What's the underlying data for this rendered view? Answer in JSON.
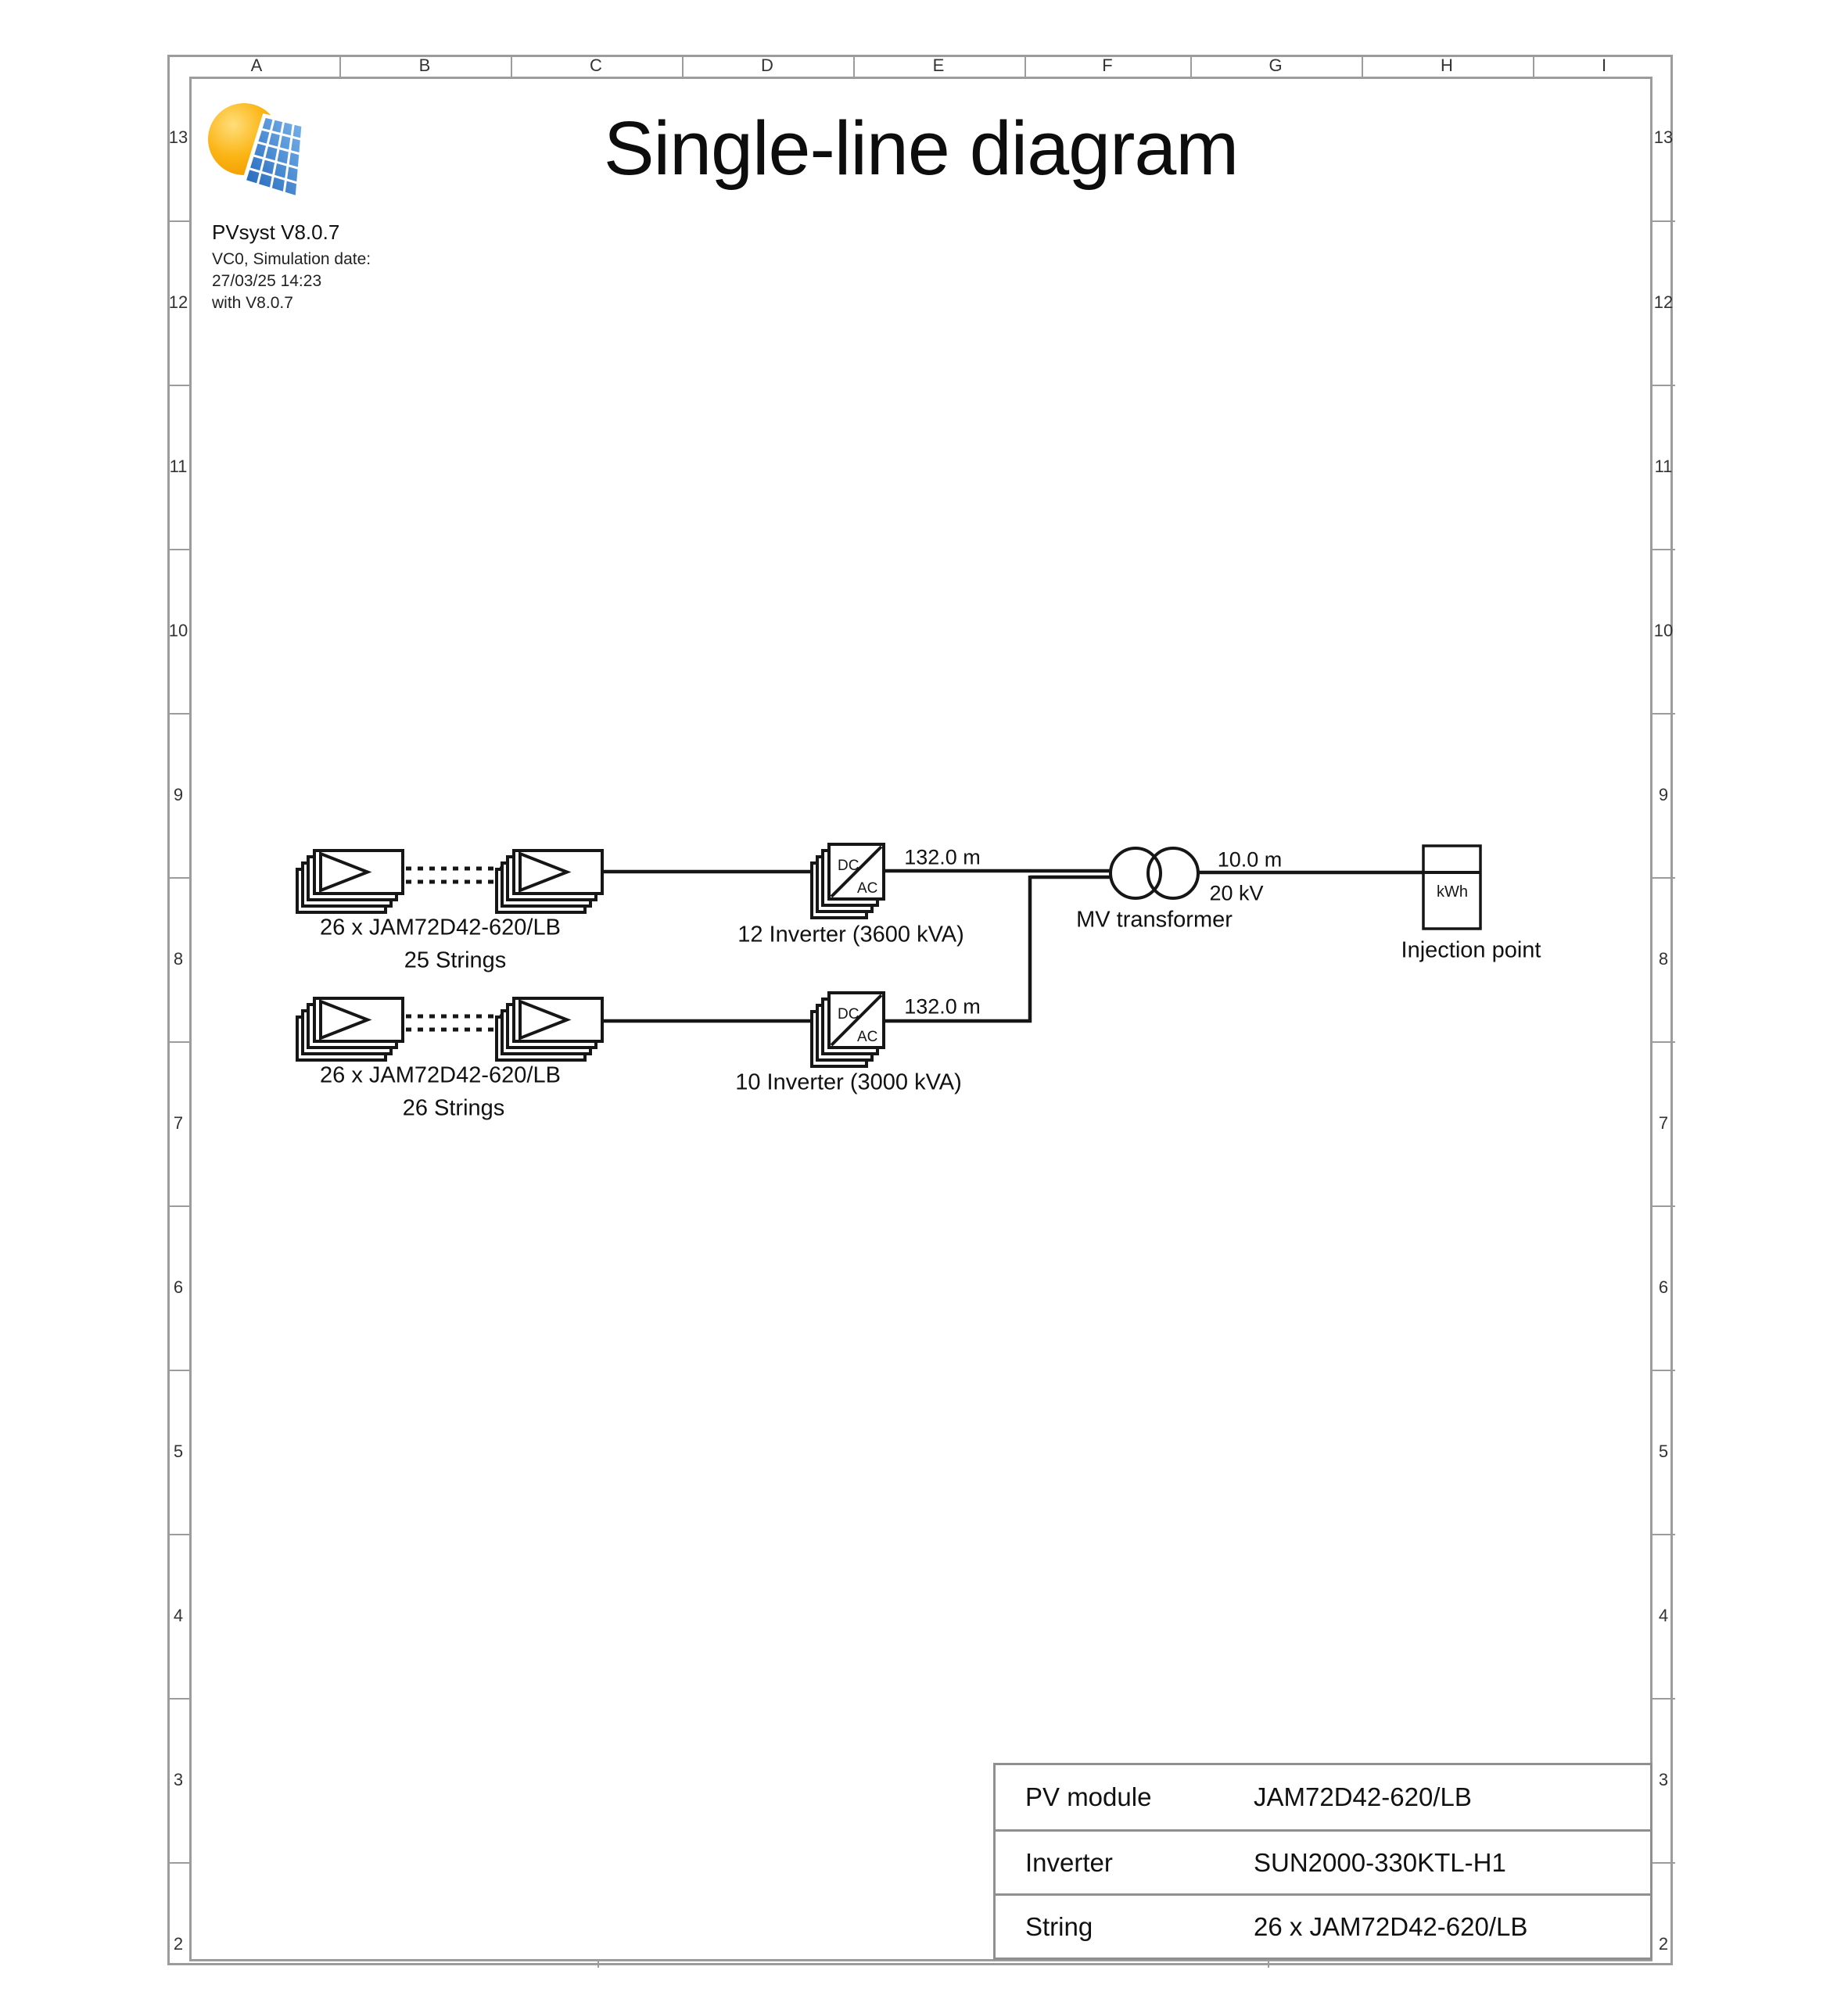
{
  "header": {
    "title": "Single-line diagram",
    "app_version": "PVsyst V8.0.7",
    "sim_info": [
      "VC0, Simulation date:",
      "27/03/25 14:23",
      "with V8.0.7"
    ]
  },
  "frame": {
    "columns": [
      "A",
      "B",
      "C",
      "D",
      "E",
      "F",
      "G",
      "H",
      "I"
    ],
    "rows": [
      "13",
      "12",
      "11",
      "10",
      "9",
      "8",
      "7",
      "6",
      "5",
      "4",
      "3",
      "2"
    ]
  },
  "diagram": {
    "circuits": [
      {
        "array_label": "26 x JAM72D42-620/LB",
        "strings_label": "25 Strings",
        "inverter_label": "12 Inverter (3600 kVA)",
        "cable_label": "132.0 m"
      },
      {
        "array_label": "26 x JAM72D42-620/LB",
        "strings_label": "26 Strings",
        "inverter_label": "10 Inverter (3000 kVA)",
        "cable_label": "132.0 m"
      }
    ],
    "inverter_dc": "DC",
    "inverter_ac": "AC",
    "transformer_label": "MV transformer",
    "mv_cable_label": "10.0 m",
    "voltage_label": "20 kV",
    "meter_label": "kWh",
    "injection_label": "Injection point"
  },
  "summary_table": {
    "rows": [
      {
        "label": "PV module",
        "value": "JAM72D42-620/LB"
      },
      {
        "label": "Inverter",
        "value": "SUN2000-330KTL-H1"
      },
      {
        "label": "String",
        "value": "26 x JAM72D42-620/LB"
      }
    ]
  },
  "colors": {
    "line": "#161616",
    "frame": "#9c9c9c",
    "logo_orange": "#F29A00",
    "logo_blue": "#2E7BD0"
  }
}
